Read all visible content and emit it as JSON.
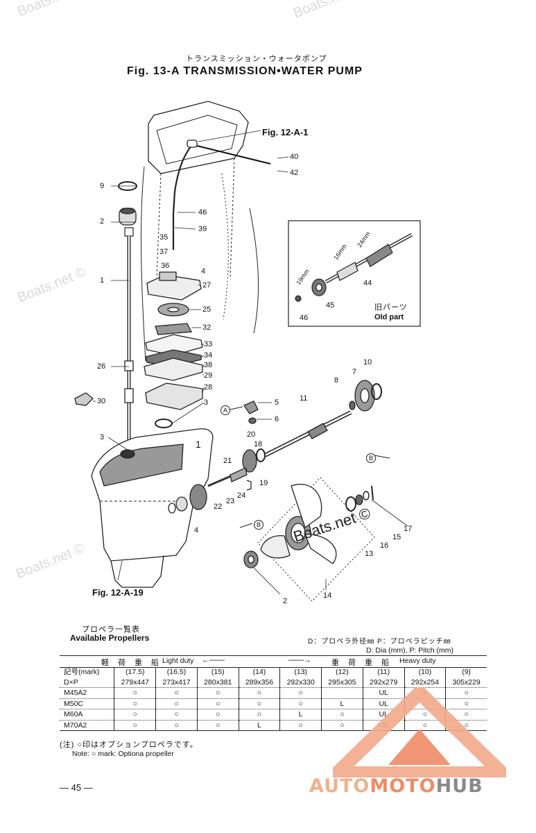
{
  "header": {
    "title_jp": "トランスミッション・ウォータポンプ",
    "title": "Fig. 13-A   TRANSMISSION•WATER PUMP"
  },
  "watermarks": [
    "Boats.net ©",
    "Boats.net ©",
    "Boats.net ©",
    "Boats.net ©",
    "Boats.net ©"
  ],
  "figure_refs": {
    "top": "Fig. 12-A-1",
    "bottom": "Fig. 12-A-19"
  },
  "inset": {
    "title_jp": "旧パーツ",
    "title": "Old part",
    "dims": [
      "19mm",
      "16mm",
      "24mm"
    ],
    "labels": [
      "44",
      "45",
      "46"
    ]
  },
  "callouts": [
    {
      "id": "40",
      "text": "40"
    },
    {
      "id": "42",
      "text": "42"
    },
    {
      "id": "9",
      "text": "9"
    },
    {
      "id": "2a",
      "text": "2"
    },
    {
      "id": "46",
      "text": "46"
    },
    {
      "id": "39",
      "text": "39"
    },
    {
      "id": "35",
      "text": "35"
    },
    {
      "id": "37",
      "text": "37"
    },
    {
      "id": "36",
      "text": "36"
    },
    {
      "id": "4a",
      "text": "4"
    },
    {
      "id": "27",
      "text": "27"
    },
    {
      "id": "1a",
      "text": "1"
    },
    {
      "id": "26",
      "text": "26"
    },
    {
      "id": "25",
      "text": "25"
    },
    {
      "id": "32",
      "text": "32"
    },
    {
      "id": "33",
      "text": "33"
    },
    {
      "id": "34",
      "text": "34"
    },
    {
      "id": "38",
      "text": "38"
    },
    {
      "id": "29",
      "text": "29"
    },
    {
      "id": "28",
      "text": "28"
    },
    {
      "id": "3a",
      "text": "3"
    },
    {
      "id": "30",
      "text": "30"
    },
    {
      "id": "3b",
      "text": "3"
    },
    {
      "id": "5",
      "text": "5"
    },
    {
      "id": "6",
      "text": "6"
    },
    {
      "id": "8",
      "text": "8"
    },
    {
      "id": "7",
      "text": "7"
    },
    {
      "id": "10",
      "text": "10"
    },
    {
      "id": "11",
      "text": "11"
    },
    {
      "id": "20",
      "text": "20"
    },
    {
      "id": "18",
      "text": "18"
    },
    {
      "id": "21",
      "text": "21"
    },
    {
      "id": "19",
      "text": "19"
    },
    {
      "id": "22",
      "text": "22"
    },
    {
      "id": "23",
      "text": "23"
    },
    {
      "id": "24",
      "text": "24"
    },
    {
      "id": "4b",
      "text": "4"
    },
    {
      "id": "17",
      "text": "17"
    },
    {
      "id": "15",
      "text": "15"
    },
    {
      "id": "16",
      "text": "16"
    },
    {
      "id": "13",
      "text": "13"
    },
    {
      "id": "14",
      "text": "14"
    },
    {
      "id": "2b",
      "text": "2"
    },
    {
      "id": "1b",
      "text": "1"
    },
    {
      "id": "A",
      "text": "A"
    },
    {
      "id": "B1",
      "text": "B"
    },
    {
      "id": "B2",
      "text": "B"
    }
  ],
  "propellers": {
    "heading_jp": "プロペラ一覧表",
    "heading": "Available Propellers",
    "legend_jp": "D：プロペラ外径㎜  P：プロペラピッチ㎜",
    "legend": "D: Dia (mm),   P: Pitch (mm)",
    "light_duty_jp": "軽　荷　重　船",
    "light_duty": "Light duty",
    "heavy_duty_jp": "重　荷　重　船",
    "heavy_duty": "Heavy duty",
    "row_header_1": "記号(mark)",
    "row_header_2": "D×P",
    "columns": [
      {
        "mark": "(17.5)",
        "size": "279x447"
      },
      {
        "mark": "(16.5)",
        "size": "273x417"
      },
      {
        "mark": "(15)",
        "size": "280x381"
      },
      {
        "mark": "(14)",
        "size": "289x356"
      },
      {
        "mark": "(13)",
        "size": "292x330"
      },
      {
        "mark": "(12)",
        "size": "295x305"
      },
      {
        "mark": "(11)",
        "size": "292x279"
      },
      {
        "mark": "(10)",
        "size": "292x254"
      },
      {
        "mark": "(9)",
        "size": "305x229"
      }
    ],
    "rows": [
      {
        "model": "M45A2",
        "cells": [
          "○",
          "○",
          "○",
          "○",
          "○",
          "",
          "UL",
          "○",
          "○"
        ]
      },
      {
        "model": "M50C",
        "cells": [
          "○",
          "○",
          "○",
          "○",
          "○",
          "L",
          "UL",
          "○",
          "○"
        ]
      },
      {
        "model": "M60A",
        "cells": [
          "○",
          "○",
          "○",
          "○",
          "L",
          "○",
          "UL",
          "○",
          "○"
        ]
      },
      {
        "model": "M70A2",
        "cells": [
          "○",
          "○",
          "○",
          "L",
          "○",
          "○",
          "UL",
          "○",
          "○"
        ]
      }
    ],
    "note_jp": "(注) ○印はオプションプロペラです。",
    "note": "Note: ○ mark: Optiona  propeller"
  },
  "page_number": "— 45 —",
  "brand": {
    "part1": "AUTO",
    "part2": "MOTO",
    "part3": "HUB",
    "color_light": "#f2b08c",
    "color_mid": "#ee8b66",
    "color_dark": "#8a8a8a"
  }
}
